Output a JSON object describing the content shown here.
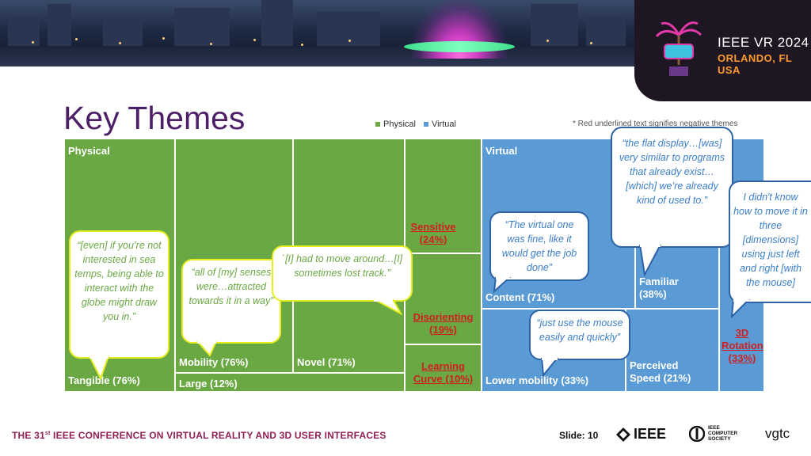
{
  "header": {
    "conference_title": "IEEE VR 2024",
    "location": "ORLANDO, FL USA"
  },
  "slide": {
    "title": "Key Themes",
    "legend": [
      {
        "label": "Physical",
        "color": "#6aa843"
      },
      {
        "label": "Virtual",
        "color": "#5b9bd5"
      }
    ],
    "note": "* Red underlined text signifies negative themes"
  },
  "treemap": {
    "physical_header": "Physical",
    "virtual_header": "Virtual",
    "tangible": "Tangible (76%)",
    "mobility": "Mobility (76%)",
    "novel": "Novel (71%)",
    "large": "Large (12%)",
    "sensitive": "Sensitive (24%)",
    "disorienting": "Disorienting (19%)",
    "learning_curve": "Learning Curve (10%)",
    "content": "Content (71%)",
    "familiar": "Familiar (38%)",
    "lower_mobility": "Lower mobility (33%)",
    "perceived_speed": "Perceived Speed (21%)",
    "rotation_3d": "3D Rotation (33%)"
  },
  "quotes": {
    "tangible": "“[even] if you’re not interested in sea temps, being able to interact with the globe might draw you in.”",
    "mobility": "“all of [my] senses were…attracted towards it in a way”",
    "novel": "`[I] had to move around…[I] sometimes lost track.”",
    "content": "“The virtual one was fine, like it would get the job done”",
    "familiar": "“the flat display…[was] very similar to programs that already exist…[which] we’re already kind of used to.”",
    "lower_mobility": "“just use the mouse easily and quickly”",
    "rotation_3d": "I didn't know how to move it in three [dimensions] using just left and right [with the mouse]"
  },
  "footer": {
    "conference_prefix": "THE 31",
    "conference_sup": "st",
    "conference_suffix": " IEEE CONFERENCE ON VIRTUAL REALITY AND 3D USER INTERFACES",
    "slide_label": "Slide: 10",
    "ieee": "IEEE",
    "computer_society_1": "IEEE",
    "computer_society_2": "COMPUTER",
    "computer_society_3": "SOCIETY",
    "vgtc": "vgtc"
  }
}
